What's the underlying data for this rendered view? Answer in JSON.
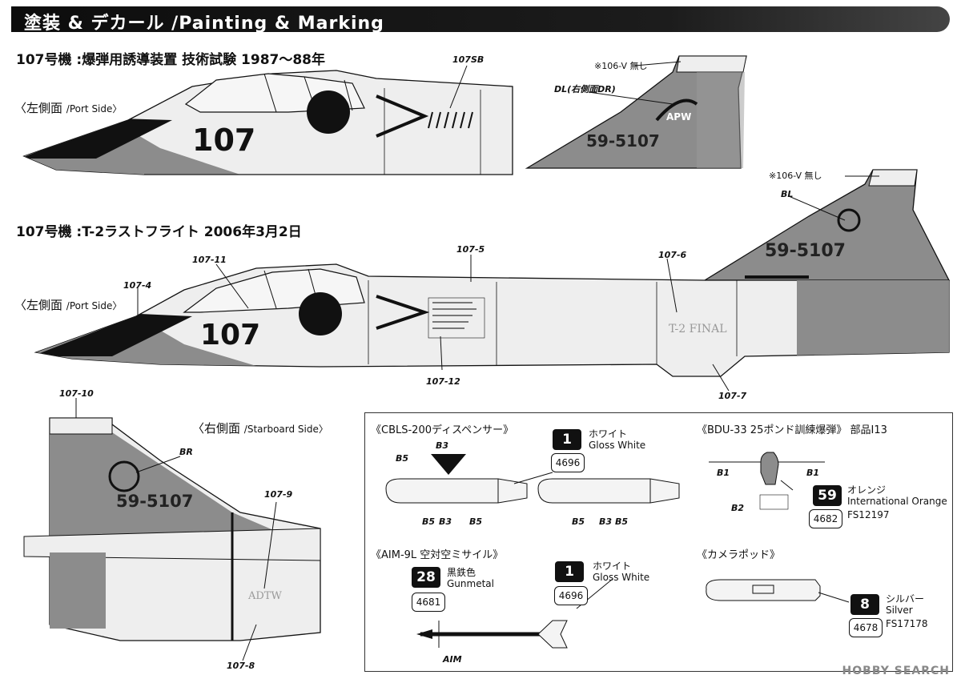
{
  "header": {
    "title": "塗装 & デカール /Painting & Marking"
  },
  "section1": {
    "title": "107号機 :爆弾用誘導装置 技術試験 1987〜88年"
  },
  "section2": {
    "title": "107号機 :T-2ラストフライト 2006年3月2日"
  },
  "views": {
    "port_jp": "〈左側面",
    "port_en": "/Port Side〉",
    "starboard_jp": "〈右側面",
    "starboard_en": "/Starboard Side〉"
  },
  "markings": {
    "nose_number": "107",
    "tail_number": "59-5107",
    "tail_logo_text": "APW",
    "final_text": "T-2  FINAL",
    "adtw_text": "ADTW"
  },
  "notes": {
    "note_106v_1": "※106-V 無し",
    "note_106v_2": "※106-V 無し",
    "dl": "DL(右側面DR)"
  },
  "callouts": {
    "c107sb": "107SB",
    "c107_11": "107-11",
    "c107_5": "107-5",
    "c107_6": "107-6",
    "c107_4": "107-4",
    "c107_12": "107-12",
    "c107_7": "107-7",
    "c107_10": "107-10",
    "c107_9": "107-9",
    "c107_8": "107-8",
    "bl": "BL",
    "br": "BR"
  },
  "insets": {
    "cbls": "《CBLS-200ディスペンサー》",
    "bdu": "《BDU-33 25ポンド訓練爆弾》 部品I13",
    "aim": "《AIM-9L 空対空ミサイル》",
    "camera": "《カメラポッド》",
    "b5": "B5",
    "b3": "B3",
    "b1": "B1",
    "b2": "B2",
    "aim_label": "AIM"
  },
  "colors": [
    {
      "num": "1",
      "ref": "4696",
      "jp": "ホワイト",
      "en": "Gloss White",
      "fs": ""
    },
    {
      "num": "59",
      "ref": "4682",
      "jp": "オレンジ",
      "en": "International Orange",
      "fs": "FS12197"
    },
    {
      "num": "28",
      "ref": "4681",
      "jp": "黒鉄色",
      "en": "Gunmetal",
      "fs": ""
    },
    {
      "num": "1",
      "ref": "4696",
      "jp": "ホワイト",
      "en": "Gloss White",
      "fs": ""
    },
    {
      "num": "8",
      "ref": "4678",
      "jp": "シルバー",
      "en": "Silver",
      "fs": "FS17178"
    }
  ],
  "watermark": "HOBBY SEARCH",
  "palette": {
    "grey": "#8c8c8c",
    "light": "#eeeeee",
    "black": "#111111",
    "hinomaru": "#111111"
  }
}
